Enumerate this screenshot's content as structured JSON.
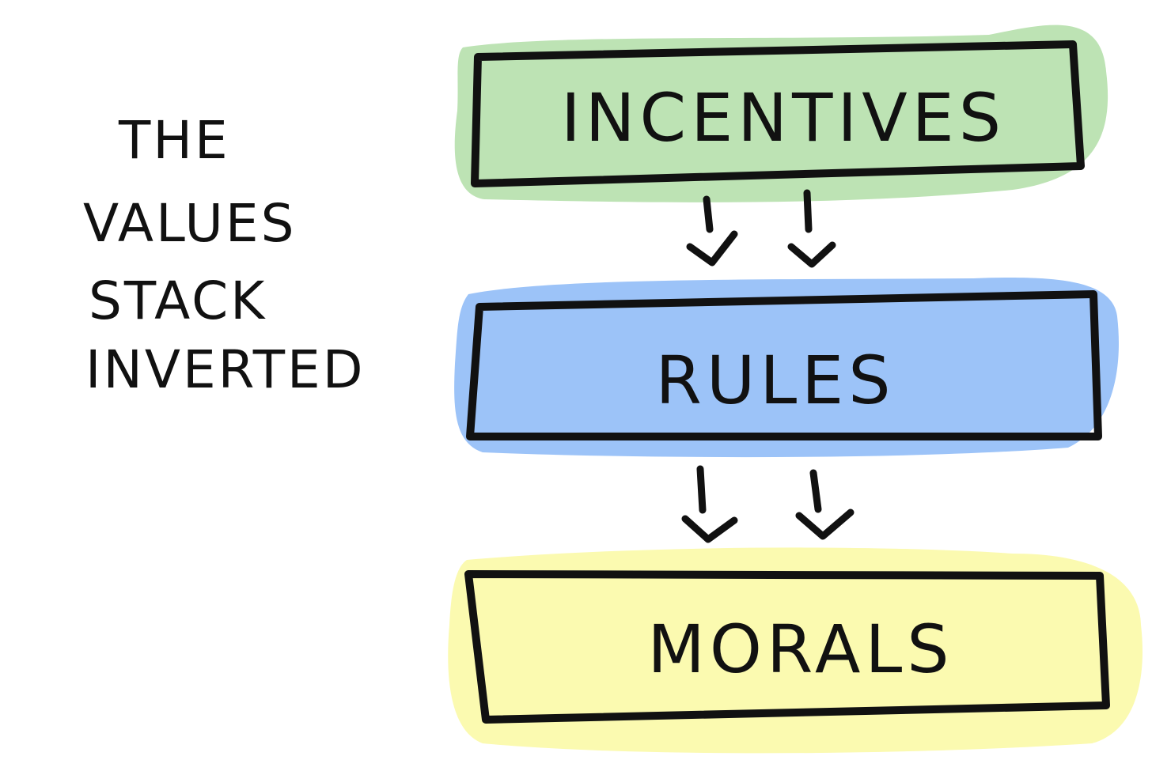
{
  "title": {
    "lines": [
      "THE",
      "VALUES",
      "STACK",
      "INVERTED"
    ]
  },
  "boxes": [
    {
      "id": "incentives",
      "label": "INCENTIVES",
      "fill_color": "#b9e0b0",
      "highlight_color": "#bde3b4"
    },
    {
      "id": "rules",
      "label": "RULES",
      "fill_color": "#99c2f9",
      "highlight_color": "#9cc3f8"
    },
    {
      "id": "morals",
      "label": "MORALS",
      "fill_color": "#fafaa0",
      "highlight_color": "#fbfab0"
    }
  ],
  "arrows": [
    {
      "from": "incentives",
      "to": "rules",
      "count": 2
    },
    {
      "from": "rules",
      "to": "morals",
      "count": 2
    }
  ],
  "colors": {
    "ink": "#111111",
    "background": "#ffffff"
  }
}
